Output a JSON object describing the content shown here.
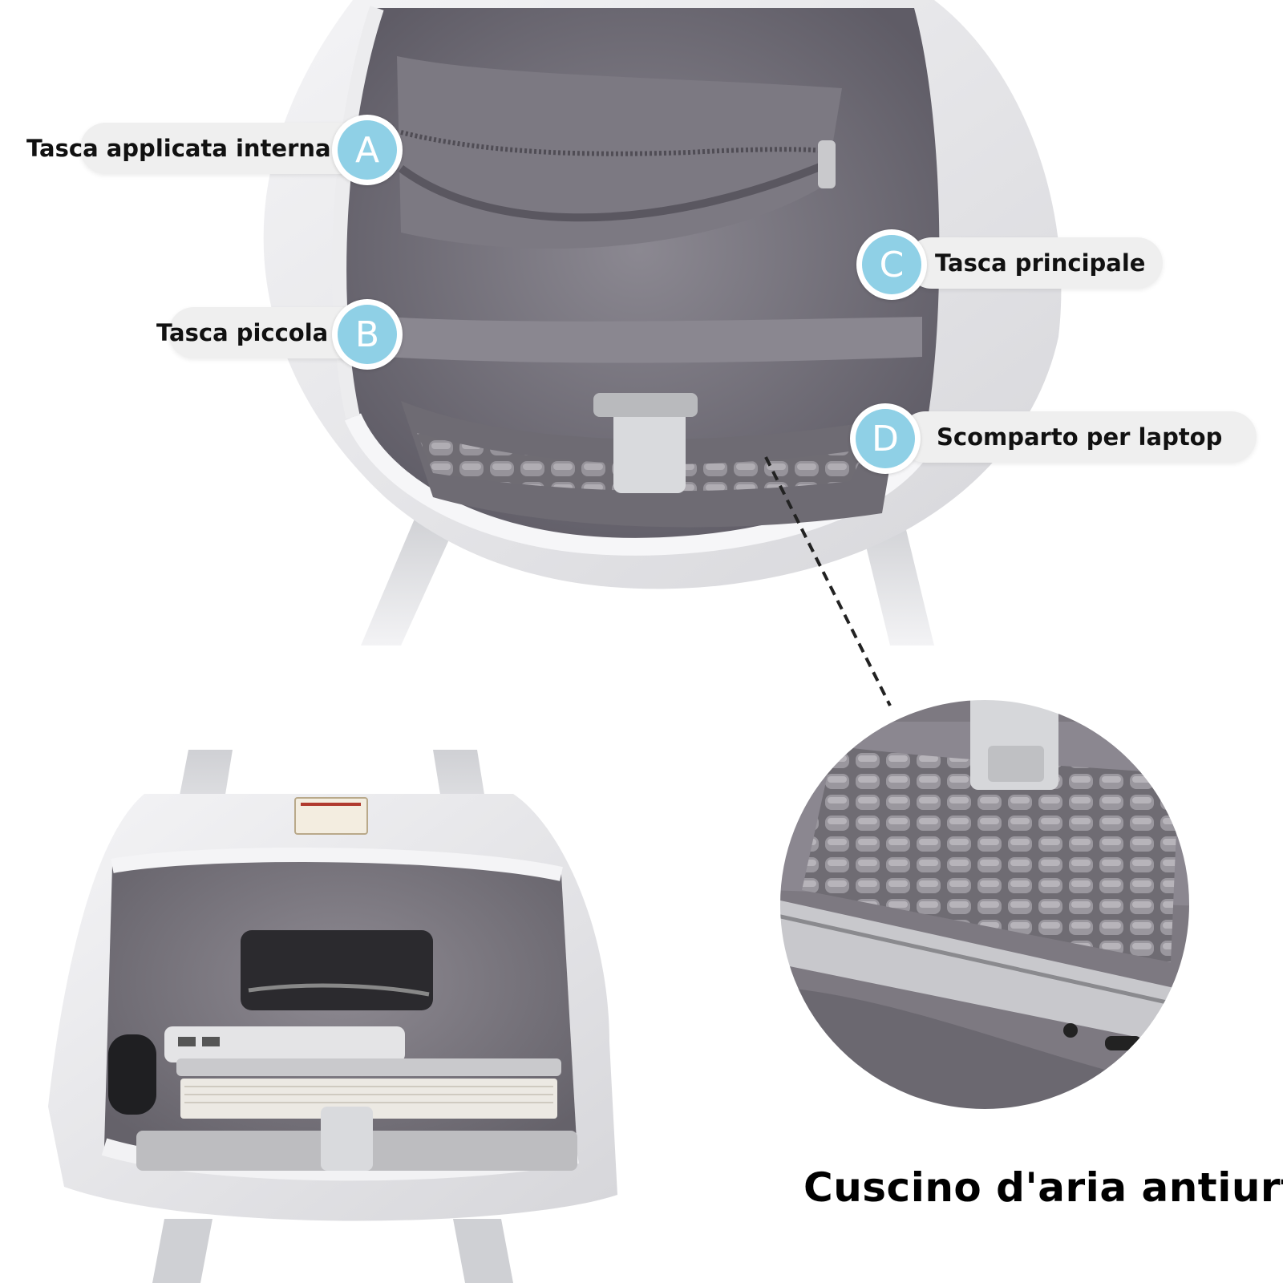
{
  "labels": {
    "a": {
      "letter": "A",
      "text": "Tasca applicata interna"
    },
    "b": {
      "letter": "B",
      "text": "Tasca piccola"
    },
    "c": {
      "letter": "C",
      "text": "Tasca principale"
    },
    "d": {
      "letter": "D",
      "text": "Scomparto per laptop"
    }
  },
  "caption": "Cuscino d'aria antiurto",
  "colors": {
    "badge": "#8fd0e6",
    "pill": "#efefef",
    "lining": "#807c86",
    "bag_shell": "#e6e6e8"
  }
}
